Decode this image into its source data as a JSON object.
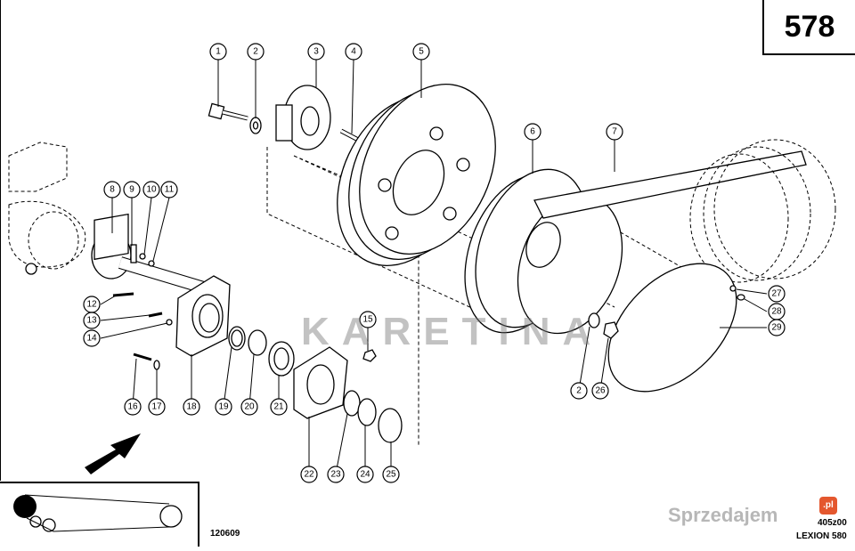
{
  "page_number": "578",
  "drawing_number": "120609",
  "reference_code": "405z00",
  "machine_model": "LEXION 580",
  "watermark_text": "KARETINA",
  "site_watermark": "Sprzedajem",
  "site_badge": ".pl",
  "callouts": [
    "1",
    "2",
    "3",
    "4",
    "5",
    "6",
    "7",
    "8",
    "9",
    "10",
    "11",
    "12",
    "13",
    "14",
    "15",
    "16",
    "17",
    "18",
    "19",
    "20",
    "21",
    "22",
    "23",
    "24",
    "25",
    "2",
    "26",
    "27",
    "28",
    "29"
  ]
}
